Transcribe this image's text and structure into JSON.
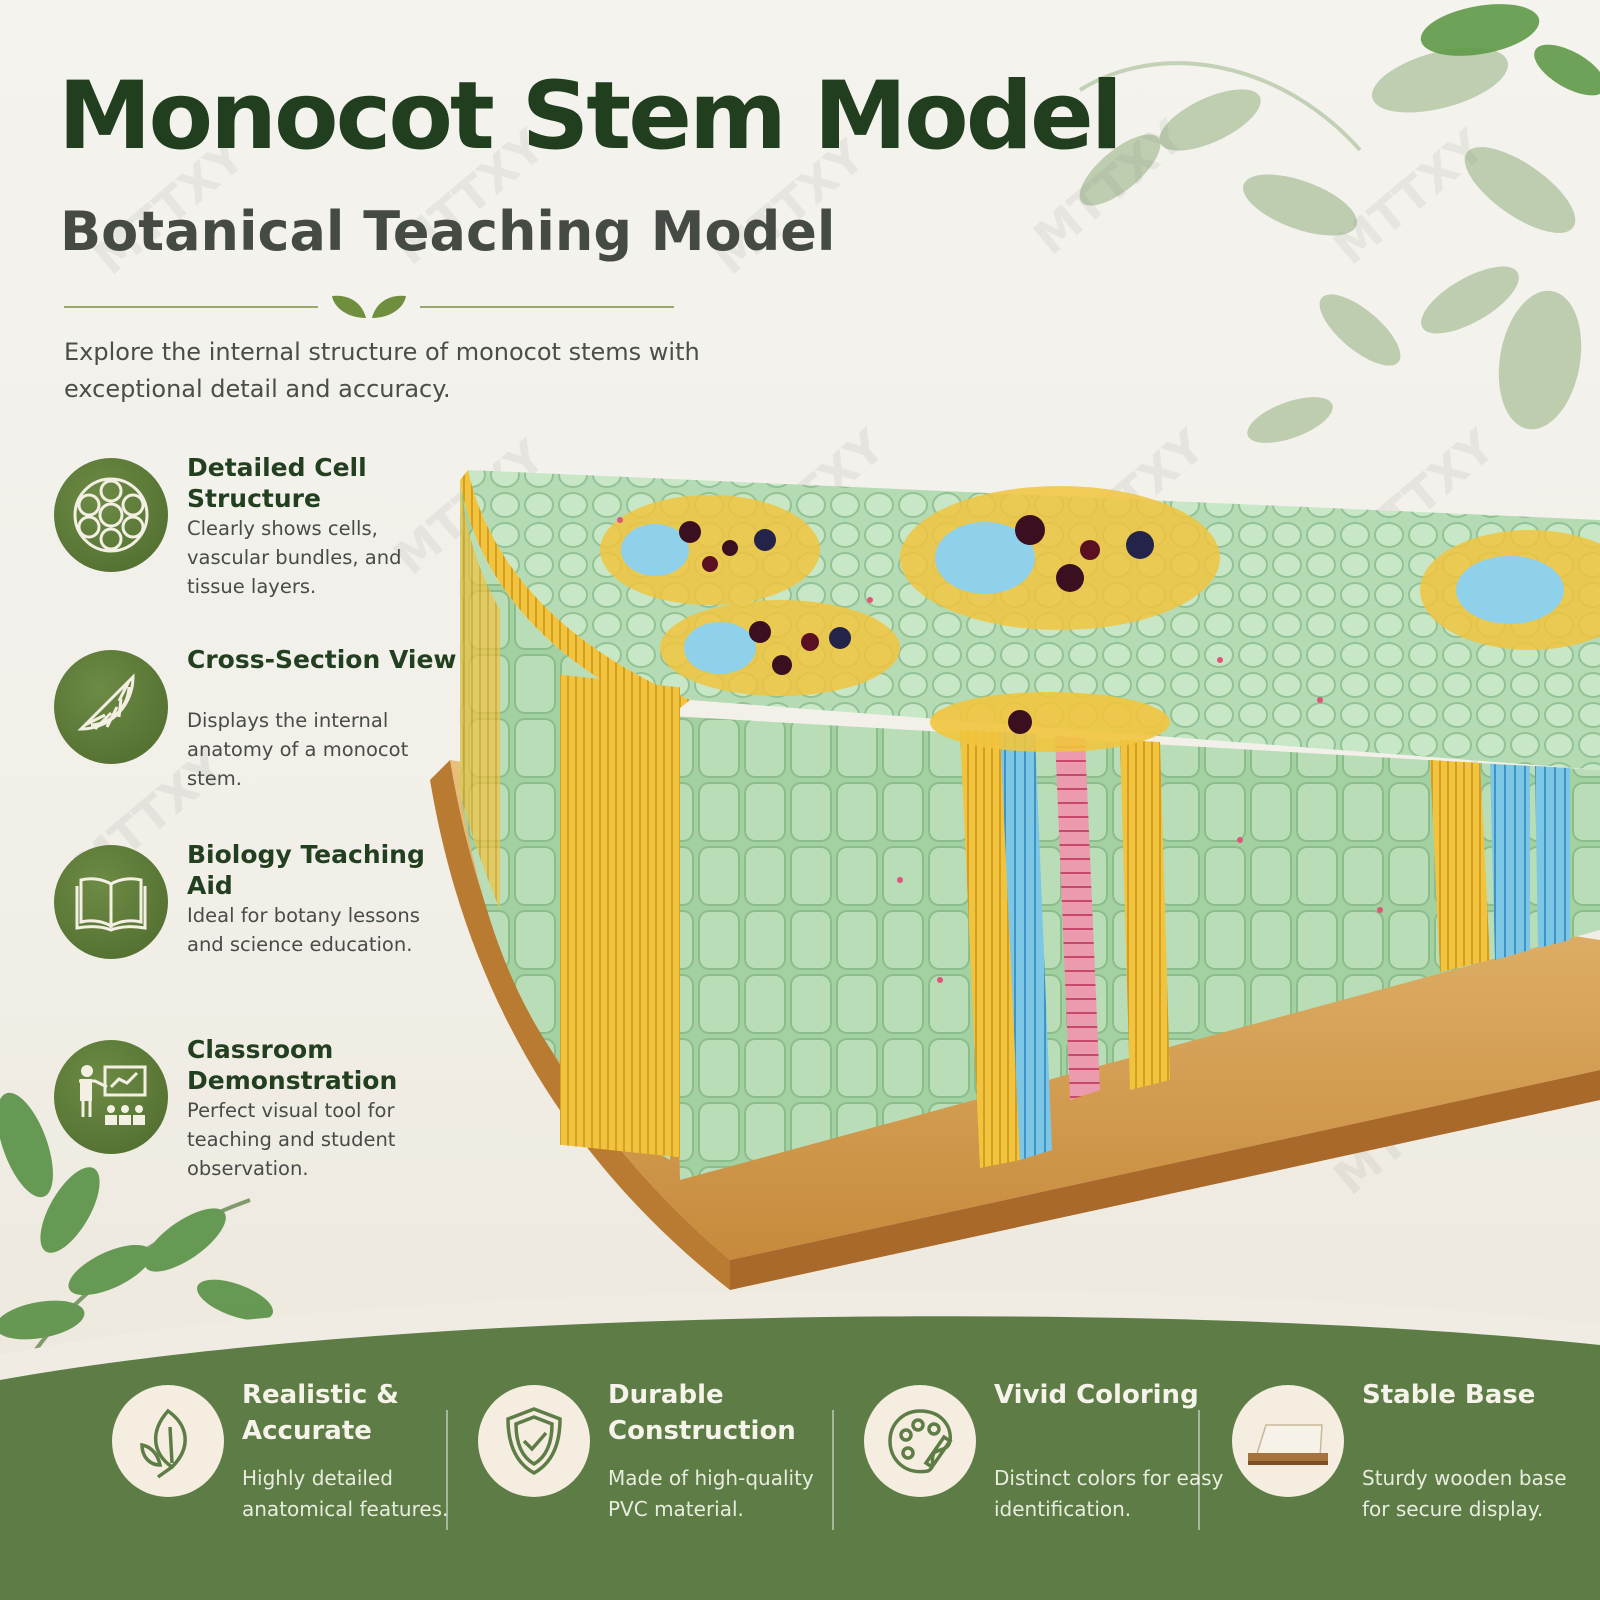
{
  "header": {
    "title": "Monocot Stem Model",
    "subtitle": "Botanical Teaching Model",
    "intro": "Explore the internal structure of monocot stems with exceptional detail and accuracy."
  },
  "features": [
    {
      "title": "Detailed Cell Structure",
      "description": "Clearly shows cells, vascular bundles, and tissue layers.",
      "icon": "cell-structure-icon"
    },
    {
      "title": "Cross-Section View",
      "description": "Displays the internal anatomy of a monocot stem.",
      "icon": "cross-section-icon"
    },
    {
      "title": "Biology Teaching Aid",
      "description": "Ideal for botany lessons and science education.",
      "icon": "book-icon"
    },
    {
      "title": "Classroom Demonstration",
      "description": "Perfect visual tool for teaching and student observation.",
      "icon": "teacher-icon"
    }
  ],
  "bottom_features": [
    {
      "title": "Realistic & Accurate",
      "description": "Highly detailed anatomical features.",
      "icon": "leaf-icon"
    },
    {
      "title": "Durable Construction",
      "description": "Made of high-quality PVC material.",
      "icon": "shield-check-icon"
    },
    {
      "title": "Vivid Coloring",
      "description": "Distinct colors for easy identification.",
      "icon": "palette-icon"
    },
    {
      "title": "Stable Base",
      "description": "Sturdy wooden base for secure display.",
      "icon": "wooden-base-icon"
    }
  ],
  "watermark": "MTTXY",
  "colors": {
    "title": "#213e1f",
    "accent_green": "#587738",
    "band_green": "#5e7c45",
    "model_green": "#a9d3a9",
    "model_yellow": "#f0c43a",
    "model_blue": "#7cc6e6",
    "model_pink": "#e38aa0",
    "wood": "#d9a95c"
  }
}
